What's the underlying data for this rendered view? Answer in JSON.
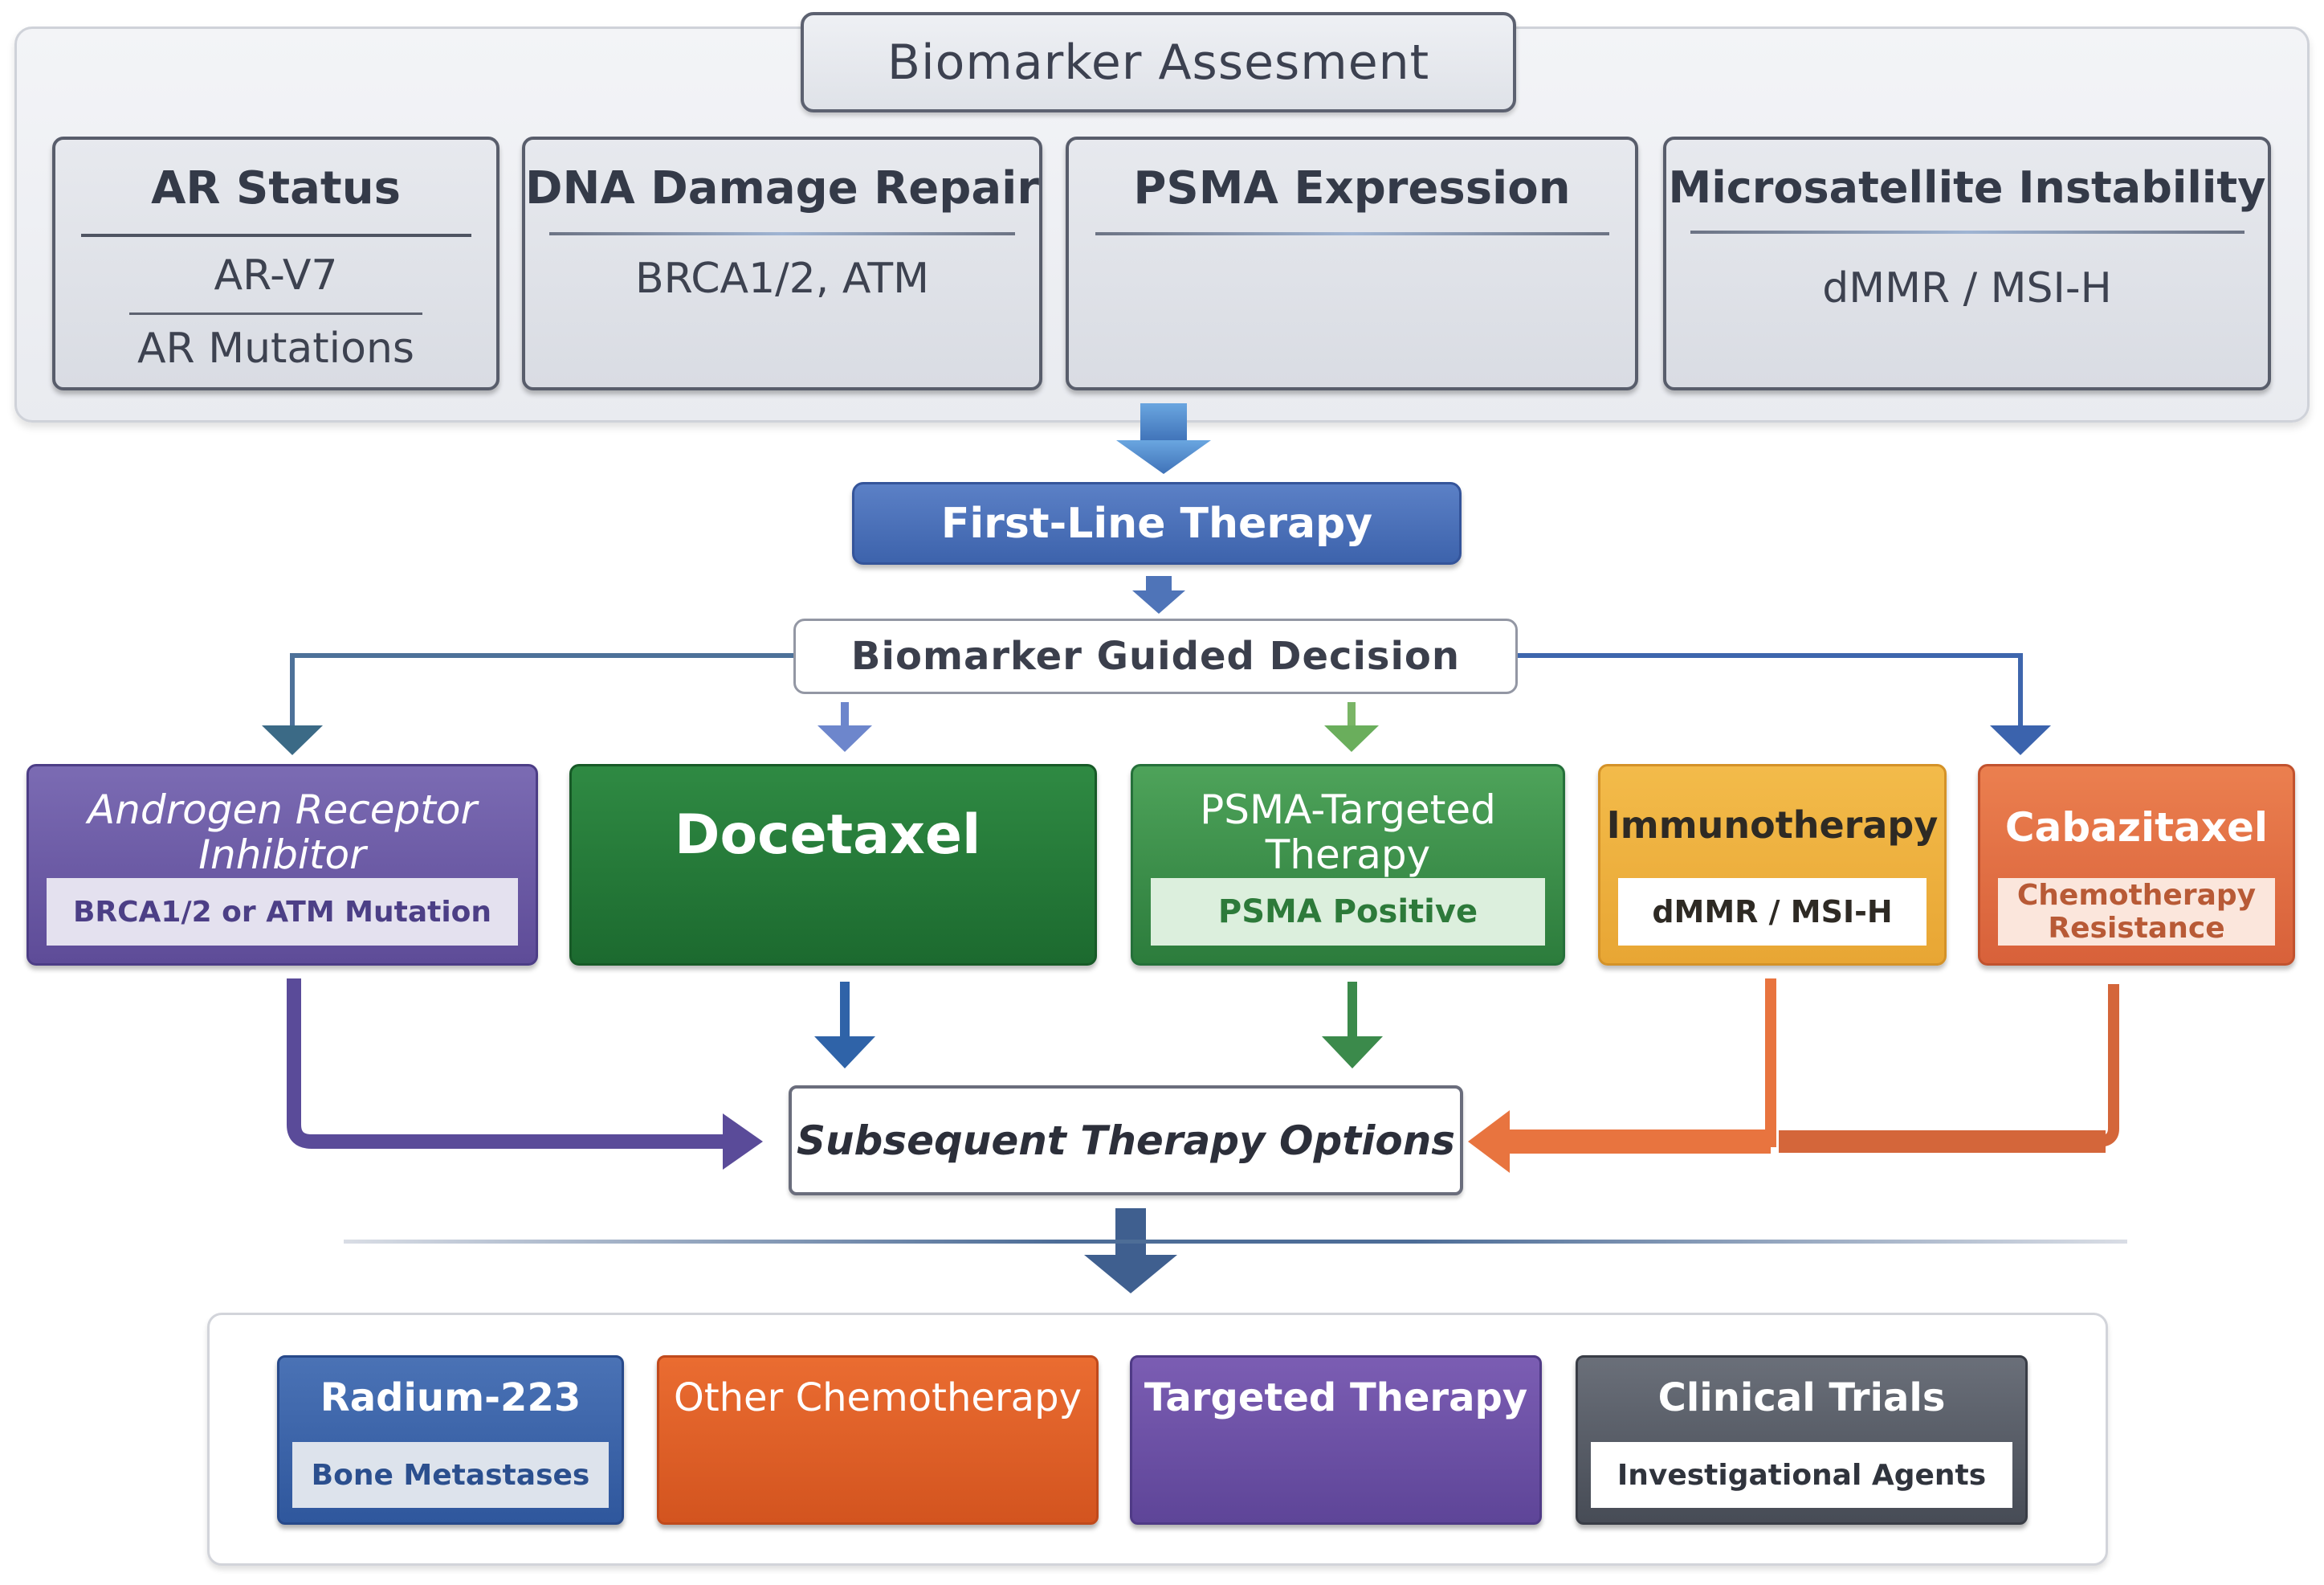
{
  "assessment": {
    "title": "Biomarker Assesment",
    "cards": [
      {
        "heading": "AR Status",
        "lines": [
          "AR-V7",
          "AR Mutations"
        ]
      },
      {
        "heading": "DNA Damage Repair",
        "lines": [
          "BRCA1/2, ATM"
        ]
      },
      {
        "heading": "PSMA Expression",
        "lines": []
      },
      {
        "heading": "Microsatellite Instability",
        "lines": [
          "dMMR / MSI-H"
        ]
      }
    ]
  },
  "first_line": {
    "label": "First-Line Therapy"
  },
  "decision": {
    "label": "Biomarker Guided Decision"
  },
  "therapies": [
    {
      "title": "Androgen Receptor Inhibitor",
      "title_line1": "Androgen Receptor",
      "title_line2": "Inhibitor",
      "subtitle": "BRCA1/2 or ATM Mutation",
      "color": "#6a58a5"
    },
    {
      "title": "Docetaxel",
      "subtitle": "",
      "color": "#247a38"
    },
    {
      "title": "PSMA-Targeted Therapy",
      "title_line1": "PSMA-Targeted",
      "title_line2": "Therapy",
      "subtitle": "PSMA Positive",
      "color": "#3d8f4b"
    },
    {
      "title": "Immunotherapy",
      "subtitle": "dMMR / MSI-H",
      "color": "#eeb03f"
    },
    {
      "title": "Cabazitaxel",
      "subtitle": "Chemotherapy Resistance",
      "subtitle_line1": "Chemotherapy",
      "subtitle_line2": "Resistance",
      "color": "#e06f44"
    }
  ],
  "subsequent": {
    "label": "Subsequent Therapy Options"
  },
  "options": [
    {
      "title": "Radium-223",
      "subtitle": "Bone Metastases",
      "color": "#3c63a8"
    },
    {
      "title": "Other Chemotherapy",
      "subtitle": "",
      "color": "#e05f27"
    },
    {
      "title": "Targeted Therapy",
      "subtitle": "",
      "color": "#6b50a5"
    },
    {
      "title": "Clinical Trials",
      "subtitle": "Investigational Agents",
      "color": "#575c66"
    }
  ],
  "colors": {
    "arrow_blue": "#4f86c8",
    "arrow_navy": "#3c5f95",
    "arrow_teal": "#3b6a86",
    "arrow_green": "#6aae5c",
    "arrow_purple": "#5a4b99",
    "arrow_orange": "#e8743f",
    "arrow_dark_orange": "#d4663a"
  }
}
